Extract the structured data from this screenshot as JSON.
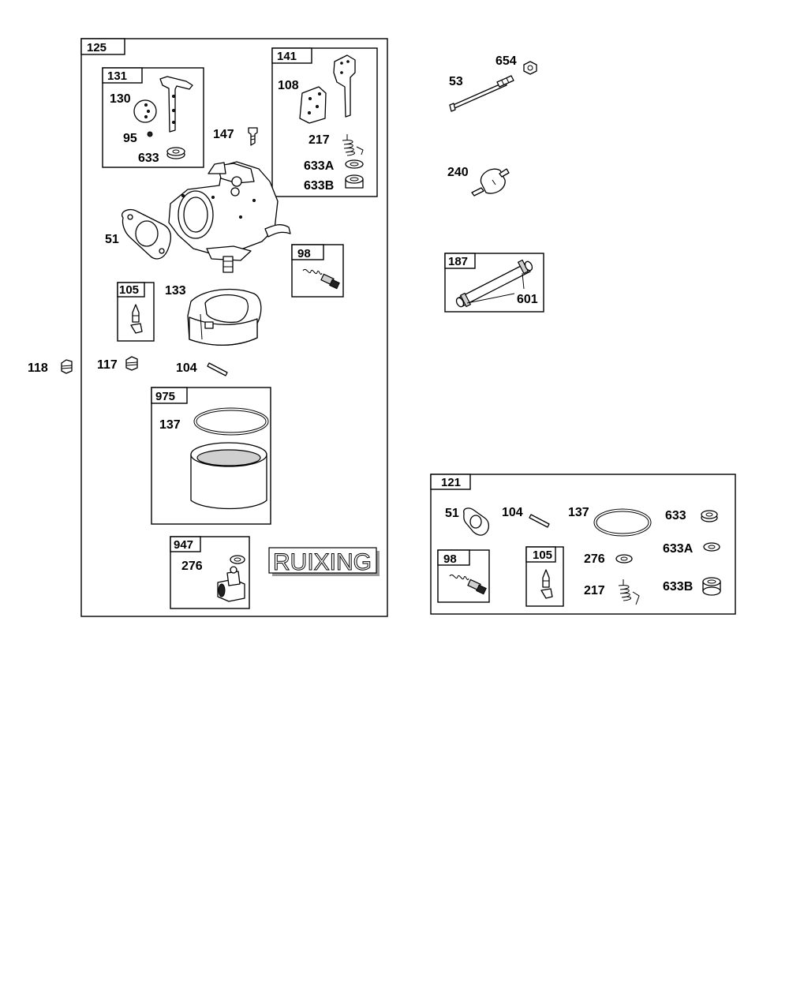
{
  "watermark": "RUIXING",
  "groups": {
    "g125": "125",
    "g131": "131",
    "g141": "141",
    "g98": "98",
    "g105": "105",
    "g975": "975",
    "g947": "947",
    "g187": "187",
    "g121": "121",
    "g121_98": "98",
    "g121_105": "105"
  },
  "labels": {
    "p130": "130",
    "p95": "95",
    "p633": "633",
    "p147": "147",
    "p108": "108",
    "p217": "217",
    "p633A": "633A",
    "p633B": "633B",
    "p51": "51",
    "p133": "133",
    "p118": "118",
    "p117": "117",
    "p104": "104",
    "p137": "137",
    "p276": "276",
    "p654": "654",
    "p53": "53",
    "p240": "240",
    "p601": "601",
    "k51": "51",
    "k104": "104",
    "k137": "137",
    "k633": "633",
    "k633A": "633A",
    "k276": "276",
    "k217": "217",
    "k633B": "633B"
  },
  "icons": [
    "throttle-shaft-icon",
    "valve-plate-icon",
    "screw-icon",
    "washer-icon",
    "carburetor-body-icon",
    "gasket-icon",
    "needle-valve-icon",
    "float-icon",
    "nut-icon",
    "pin-icon",
    "o-ring-icon",
    "bowl-icon",
    "solenoid-icon",
    "rod-icon",
    "fuel-filter-icon",
    "fuel-hose-icon",
    "spring-icon"
  ]
}
